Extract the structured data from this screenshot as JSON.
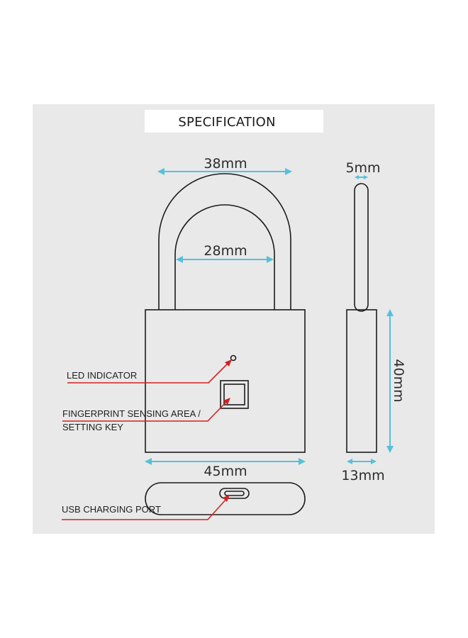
{
  "title": "SPECIFICATION",
  "dimensions": {
    "shackle_outer_width": "38mm",
    "shackle_inner_width": "28mm",
    "shackle_thickness": "5mm",
    "body_width": "45mm",
    "body_height": "40mm",
    "body_depth": "13mm"
  },
  "callouts": {
    "led": "LED INDICATOR",
    "fingerprint_line1": "FINGERPRINT SENSING AREA /",
    "fingerprint_line2": "SETTING KEY",
    "usb": "USB CHARGING PORT"
  },
  "colors": {
    "background": "#e9e9e9",
    "dimension": "#56c0dc",
    "callout": "#d42020",
    "outline": "#1c1c1c"
  }
}
